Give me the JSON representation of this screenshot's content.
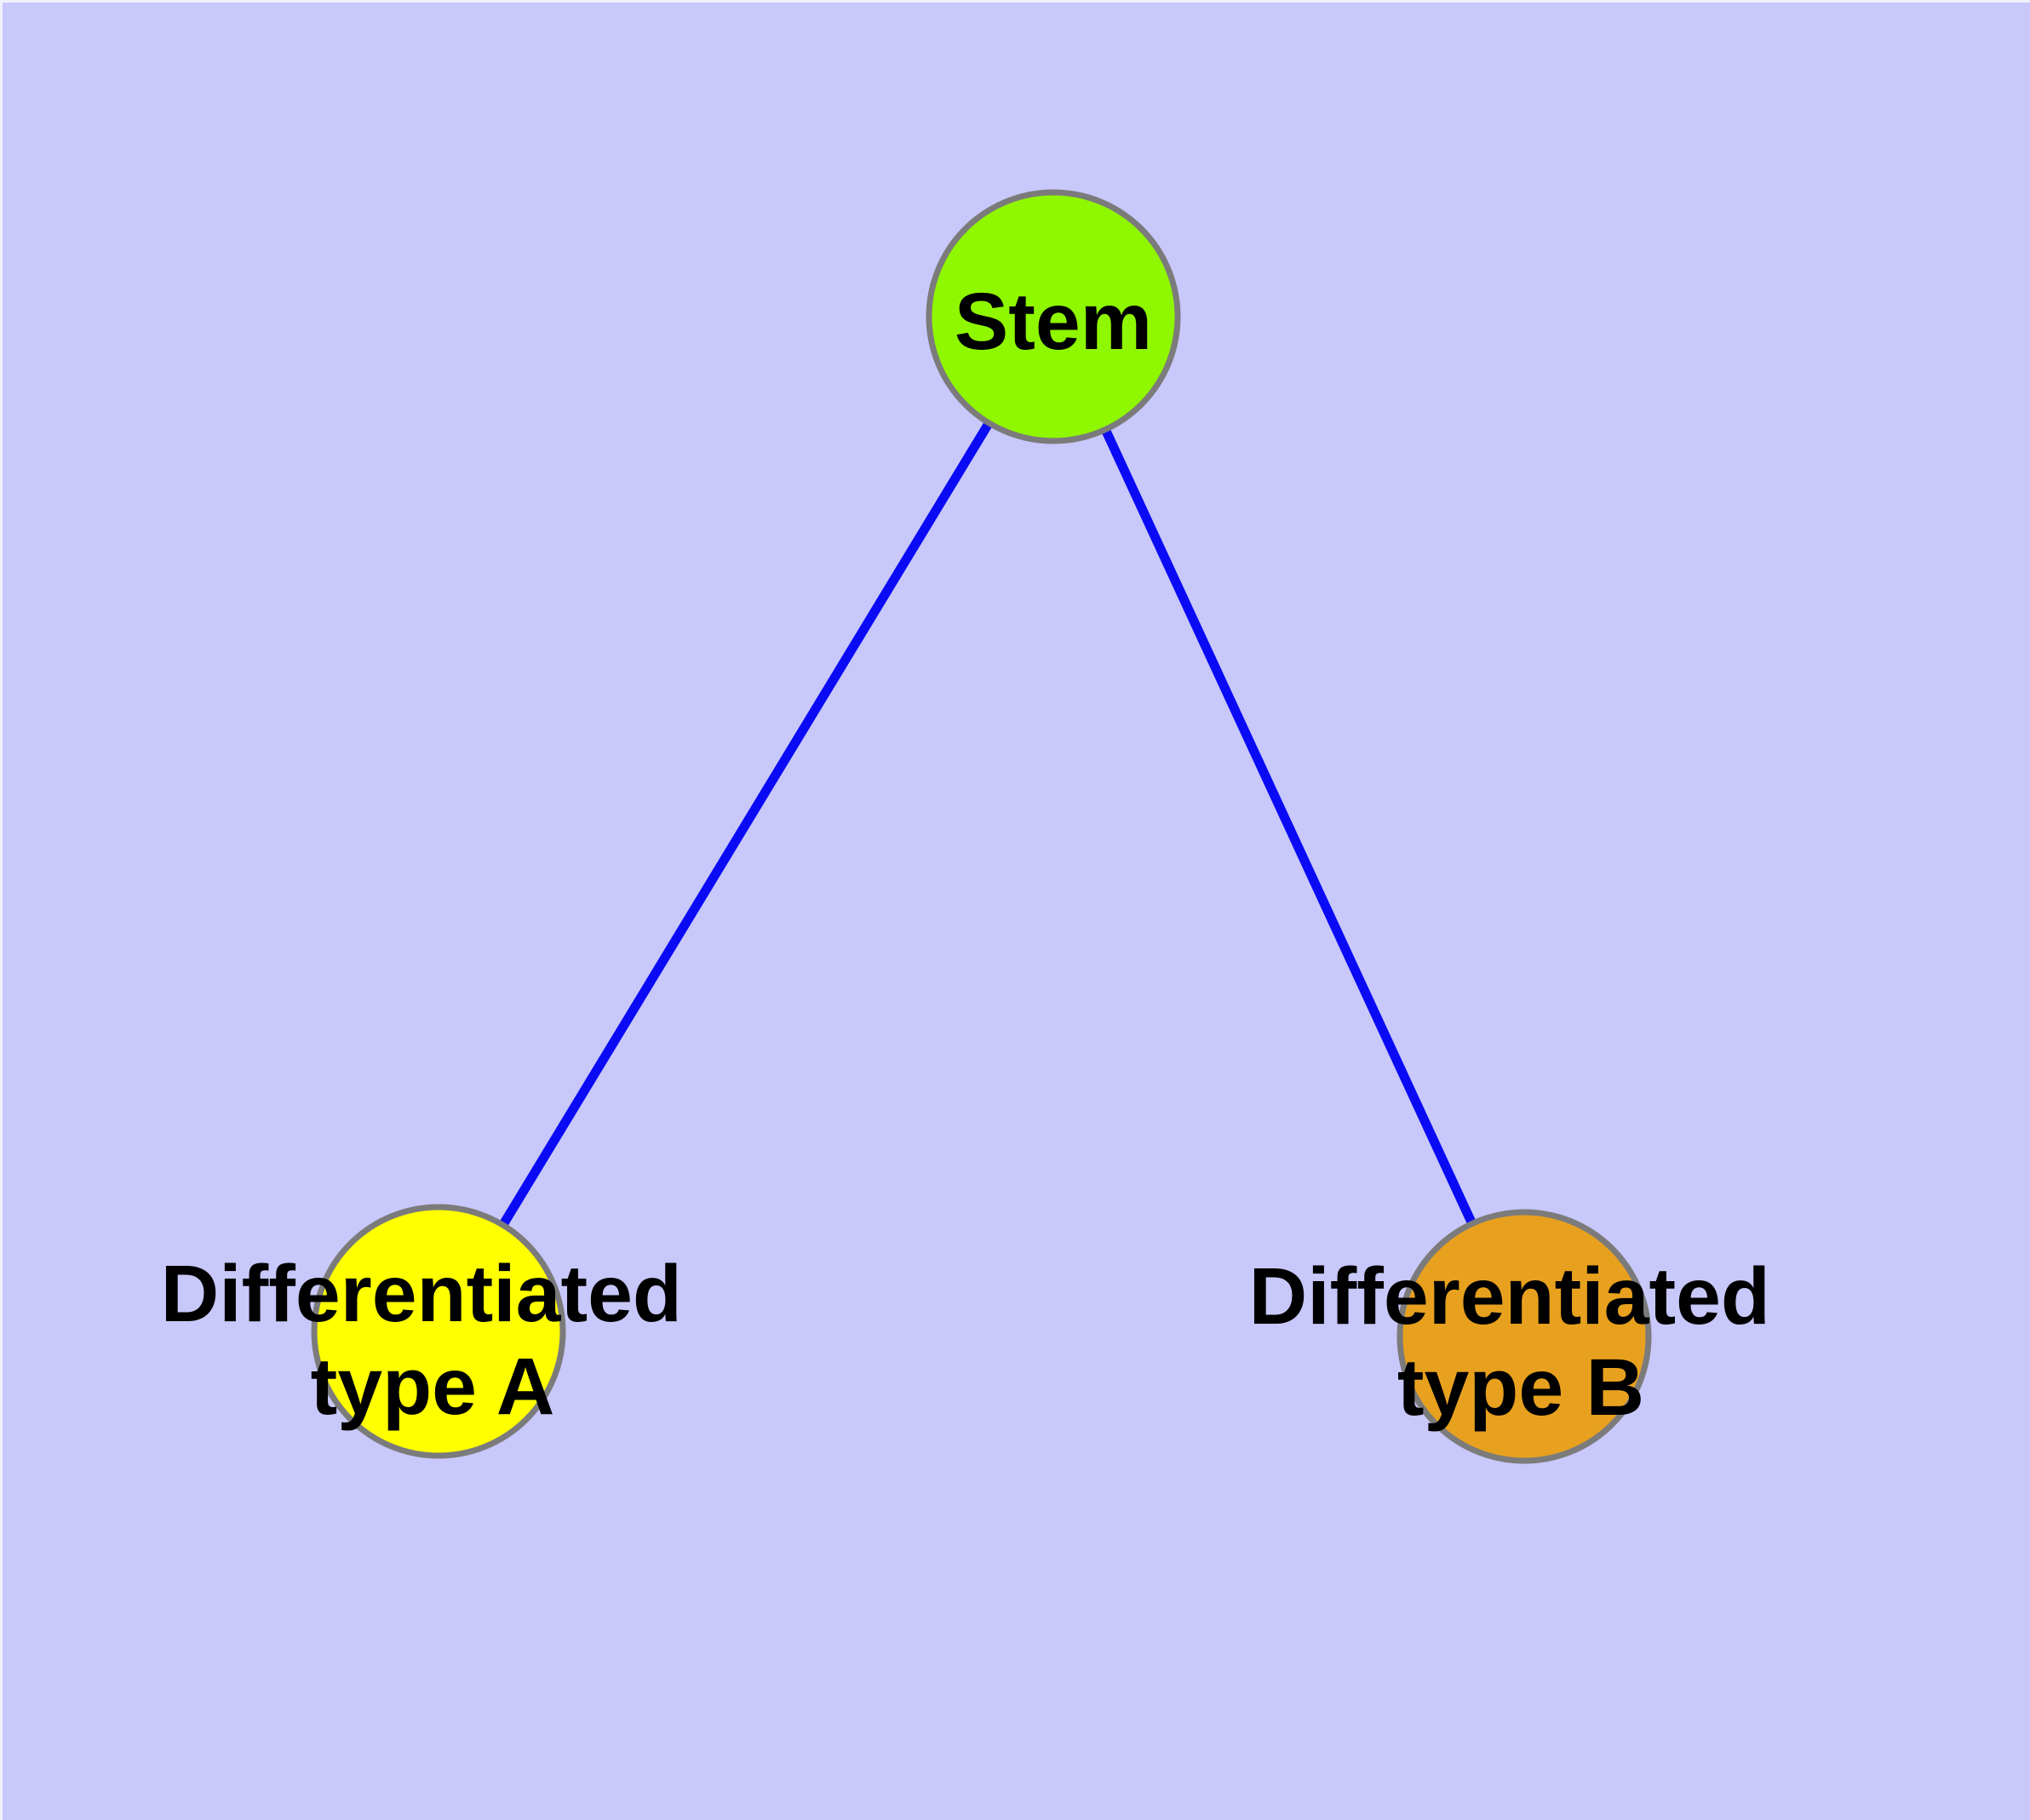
{
  "colors": {
    "background": "#C8C8FA",
    "edge": "#0A0AF5",
    "node_border": "#7B7B7B",
    "label_text": "#000000"
  },
  "nodes": {
    "stem": {
      "label": "Stem",
      "fill": "#8FF700"
    },
    "type_a": {
      "label": "Differentiated type A",
      "label_lines": [
        "Differentiated",
        "type A"
      ],
      "fill": "#FFFF00"
    },
    "type_b": {
      "label": "Differentiated type B",
      "label_lines": [
        "Differentiated",
        "type B"
      ],
      "fill": "#E8A11E"
    }
  },
  "edges": [
    {
      "from": "Stem",
      "to": "Differentiated type A"
    },
    {
      "from": "Stem",
      "to": "Differentiated type B"
    }
  ]
}
